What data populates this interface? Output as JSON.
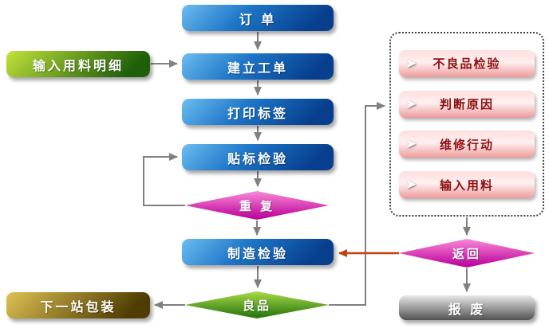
{
  "colors": {
    "connector": "#808080",
    "return_arrow": "#c2410c",
    "blue_light": "#6cbdf0",
    "blue_mid": "#1e76c8",
    "blue_dark": "#073f8e",
    "green_light": "#c2e23c",
    "green_dark": "#1e5f08",
    "olive_light": "#dfc254",
    "olive_dark": "#4e3c00",
    "magenta_light": "#f98ad8",
    "magenta_dark": "#bf0a9e",
    "leaf_light": "#aada48",
    "leaf_dark": "#2e7c10",
    "gray_light": "#e8e8e8",
    "gray_dark": "#525252",
    "pink_top": "#ffdede",
    "pink_mid": "#fff0f0",
    "pink_bottom": "#ee9a9a",
    "pink_text": "#8e1111",
    "dotted_border": "#404040"
  },
  "icons": {
    "step_arrow": "➤"
  },
  "nodes": {
    "order": "订 单",
    "input_material_detail": "输入用料明细",
    "create_work_order": "建立工单",
    "print_label": "打印标签",
    "label_inspection": "贴标检验",
    "repeat": "重 复",
    "manufacture_inspection": "制造检验",
    "good_product": "良品",
    "next_station_packing": "下一站包装",
    "return": "返回",
    "scrap": "报 废"
  },
  "repair_loop": {
    "items": [
      "不良品检验",
      "判断原因",
      "维修行动",
      "输入用料"
    ]
  }
}
